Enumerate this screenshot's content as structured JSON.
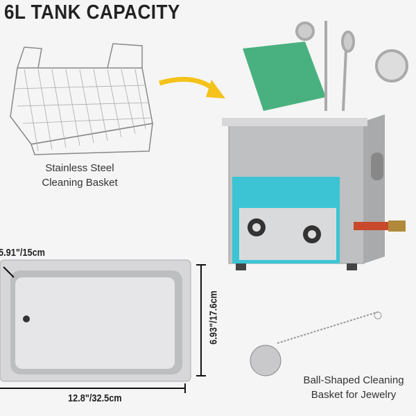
{
  "title": "6L TANK CAPACITY",
  "basket_caption": [
    "Stainless Steel",
    "Cleaning Basket"
  ],
  "ball_caption": [
    "Ball-Shaped Cleaning",
    "Basket for Jewelry"
  ],
  "dimensions": {
    "depth": "5.91\"/15cm",
    "width": "6.93\"/17.6cm",
    "length": "12.8\"/32.5cm"
  },
  "colors": {
    "panel": "#3cc4d4",
    "arrow": "#f4c21a",
    "steel": "#c8c8ca"
  }
}
